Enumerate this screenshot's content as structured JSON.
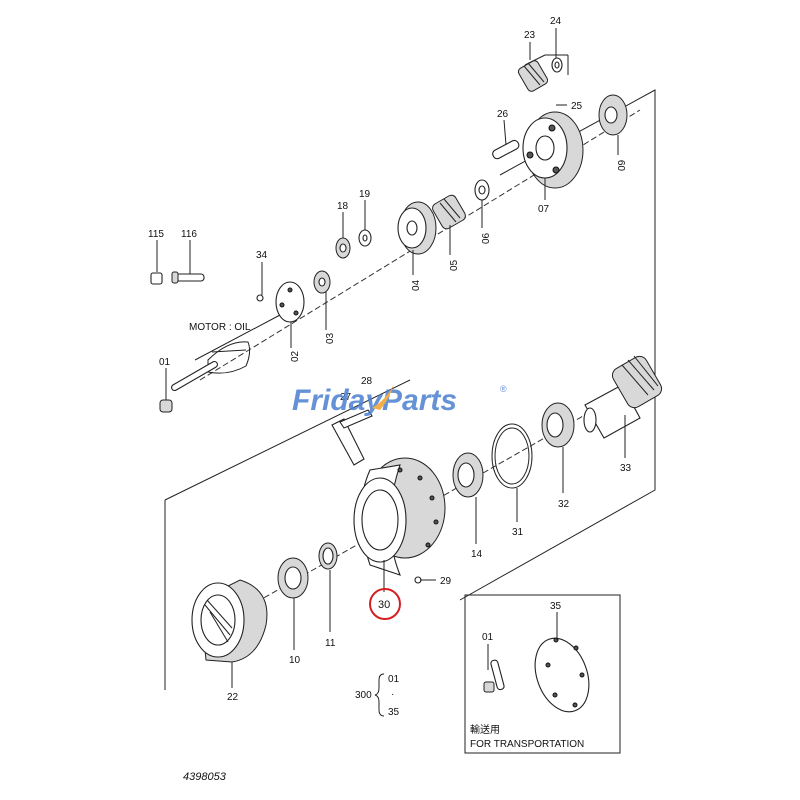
{
  "watermark": {
    "text_a": "Friday",
    "text_b": "Parts",
    "registered": "®"
  },
  "colors": {
    "watermark_blue": "#4b7fd0",
    "watermark_orange": "#f2a12b",
    "highlight_red": "#d42020"
  },
  "labels": {
    "p01": "01",
    "p02": "02",
    "p03": "03",
    "p04": "04",
    "p05": "05",
    "p06": "06",
    "p07": "07",
    "p09": "09",
    "p10": "10",
    "p11": "11",
    "p14": "14",
    "p18": "18",
    "p19": "19",
    "p22": "22",
    "p23": "23",
    "p24": "24",
    "p25": "25",
    "p26": "26",
    "p27": "27",
    "p28": "28",
    "p29": "29",
    "p30": "30",
    "p31": "31",
    "p32": "32",
    "p33": "33",
    "p34": "34",
    "p35": "35",
    "p115": "115",
    "p116": "116"
  },
  "motor_label": "MOTOR : OIL",
  "assembly": {
    "number": "300",
    "from": "01",
    "separator": "·",
    "to": "35"
  },
  "inset": {
    "label_01": "01",
    "label_35": "35",
    "caption_jp": "輸送用",
    "caption_en": "FOR  TRANSPORTATION"
  },
  "drawing_number": "4398053",
  "highlighted_part": "30"
}
